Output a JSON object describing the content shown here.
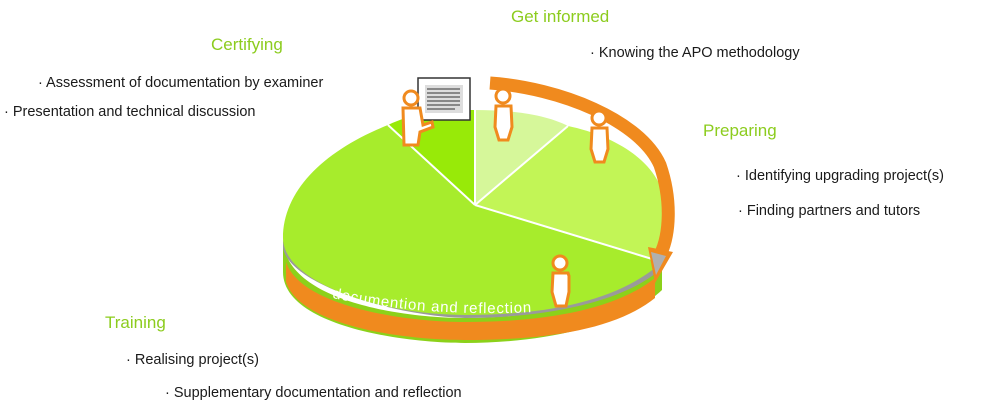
{
  "phases": {
    "get_informed": {
      "title": "Get informed",
      "items": [
        "· Knowing the APO methodology"
      ]
    },
    "certifying": {
      "title": "Certifying",
      "items": [
        "· Assessment of documentation by examiner",
        "· Presentation and technical discussion"
      ]
    },
    "preparing": {
      "title": "Preparing",
      "items": [
        "· Identifying upgrading project(s)",
        "· Finding partners and tutors"
      ]
    },
    "training": {
      "title": "Training",
      "items": [
        "· Realising project(s)",
        "· Supplementary documentation and reflection"
      ]
    }
  },
  "ring_label": "documention and reflection",
  "colors": {
    "title_green": "#8ccc1e",
    "pie_light": "#d6f79a",
    "pie_medium": "#c2f556",
    "pie_large": "#a7ec2c",
    "pie_bright": "#98ea08",
    "side_green": "#8cd11a",
    "arrow_orange": "#f08a1e"
  },
  "icons": [
    "person-examiner-icon",
    "person-icon",
    "person-icon",
    "person-icon",
    "document-icon"
  ]
}
